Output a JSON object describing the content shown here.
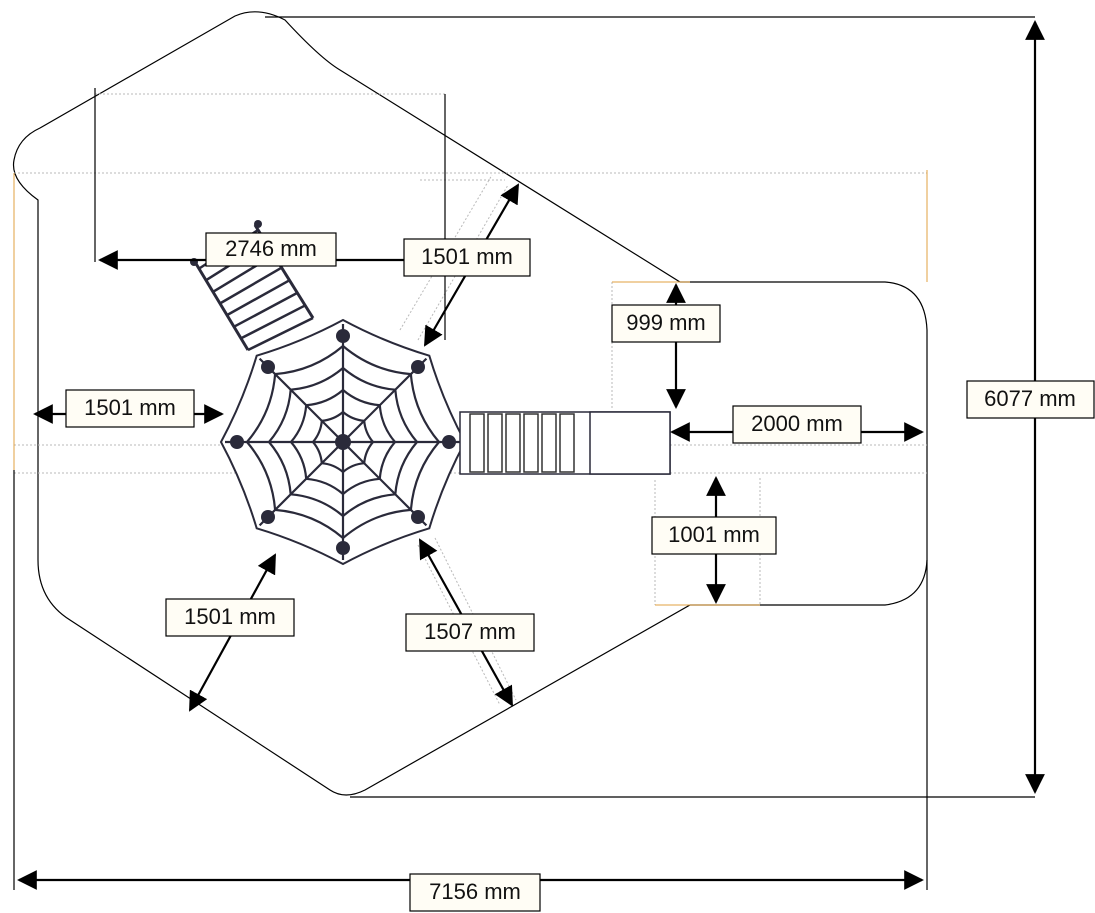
{
  "diagram": {
    "dimensions": {
      "overall_width": "7156 mm",
      "overall_height": "6077 mm",
      "top_left_span": "2746 mm",
      "upper_right_clearance": "1501 mm",
      "left_clearance": "1501 mm",
      "lower_left_clearance": "1501 mm",
      "lower_right_clearance": "1507 mm",
      "slide_upper_clearance": "999 mm",
      "slide_lower_clearance": "1001 mm",
      "slide_end_clearance": "2000 mm"
    },
    "colors": {
      "outline": "#000000",
      "label_fill": "#fffdf5",
      "web": "#2a2a3a",
      "guide": "#b9b9b9",
      "accent_guide": "#e0a040"
    }
  }
}
